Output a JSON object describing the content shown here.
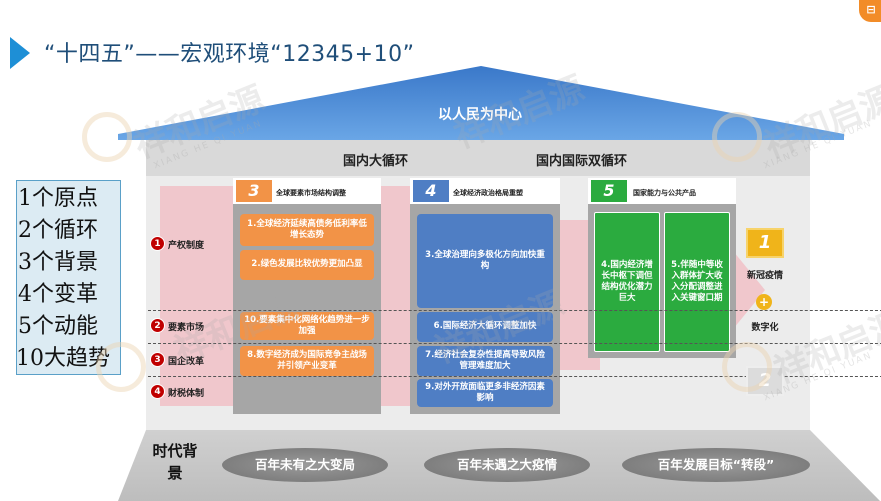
{
  "header": {
    "title": "“十四五”——宏观环境“12345+10”",
    "corner_badge": "⊟"
  },
  "watermark": {
    "text": "祥和启源",
    "subtext": "XIANG HE QI YUAN"
  },
  "roof": {
    "label": "以人民为中心"
  },
  "bands": {
    "domestic": "国内大循环",
    "dual": "国内国际双循环"
  },
  "columns": [
    {
      "number": "3",
      "heading": "全球要素市场结构调整"
    },
    {
      "number": "4",
      "heading": "全球经济政治格局重塑"
    },
    {
      "number": "5",
      "heading": "国家能力与公共产品"
    }
  ],
  "orange_cards": [
    "1.全球经济延续高债务低利率低增长态势",
    "2.绿色发展比较优势更加凸显",
    "10.要素集中化网络化趋势进一步加强",
    "8.数字经济成为国际竞争主战场并引领产业变革"
  ],
  "blue_cards": [
    "3.全球治理向多极化方向加快重构",
    "6.国际经济大循环调整加快",
    "7.经济社会复杂性提高导致风险管理难度加大",
    "9.对外开放面临更多非经济因素影响"
  ],
  "green_cards": [
    "4.国内经济增长中枢下调但结构优化潜力巨大",
    "5.伴随中等收入群体扩大收入分配调整进入关键窗口期"
  ],
  "reforms": [
    {
      "number": "1",
      "label": "产权制度"
    },
    {
      "number": "2",
      "label": "要素市场"
    },
    {
      "number": "3",
      "label": "国企改革"
    },
    {
      "number": "4",
      "label": "财税体制"
    }
  ],
  "left_list": [
    "1个原点",
    "2个循环",
    "3个背景",
    "4个变革",
    "5个动能",
    "10大趋势"
  ],
  "right_panel": {
    "box1": "1",
    "label1": "新冠疫情",
    "plus": "+",
    "label2": "数字化",
    "box2": "2"
  },
  "foundation": {
    "label": "时代背景",
    "items": [
      "百年未有之大变局",
      "百年未遇之大疫情",
      "百年发展目标“转段”"
    ]
  },
  "colors": {
    "accent_blue": "#1e8fd6",
    "roof_blue": "#4a90d9",
    "orange": "#f29347",
    "card_blue": "#4f7ec4",
    "green": "#2bab3f",
    "reform_red": "#c00000",
    "gold": "#f0b41a",
    "pink": "#f4aab2"
  }
}
